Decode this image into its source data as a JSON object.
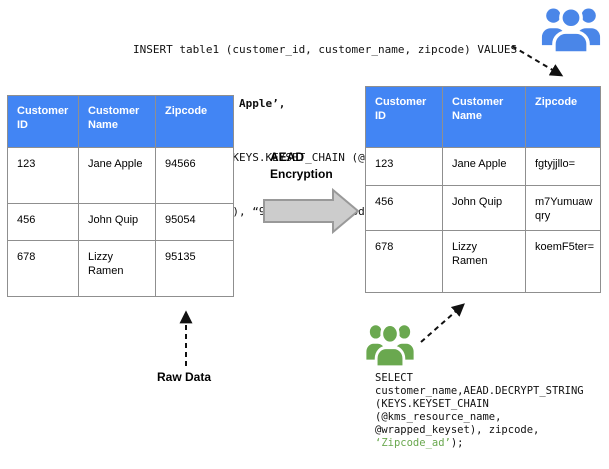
{
  "insert_code": {
    "line1": "INSERT table1 (customer_id, customer_name, zipcode) VALUES",
    "line2_pre": " ( ",
    "line2_bold": "‘123’, ‘Jane Apple’,",
    "line3": " AEAD.ENCRYPT (KEYS.KEYSET_CHAIN (@kms_resource_name,",
    "line4": "@wrapped_keyset), “94566”,  ‘zipcode_ad’) as zipcode));"
  },
  "select_code": {
    "black": "SELECT\ncustomer_name,AEAD.DECRYPT_STRING\n(KEYS.KEYSET_CHAIN\n(@kms_resource_name,\n@wrapped_keyset), zipcode,\n",
    "green": "‘Zipcode_ad’",
    "tail": ");"
  },
  "labels": {
    "aead": "AEAD\nEncryption",
    "raw_data": "Raw Data"
  },
  "plain_table": {
    "headers": [
      "Customer\nID",
      "Customer\nName",
      "Zipcode"
    ],
    "rows": [
      [
        "123",
        "Jane Apple",
        "94566"
      ],
      [
        "456",
        "John Quip",
        "95054"
      ],
      [
        "678",
        "Lizzy\nRamen",
        "95135"
      ]
    ]
  },
  "encrypted_table": {
    "headers": [
      "Customer\nID",
      "Customer\nName",
      "Zipcode"
    ],
    "rows": [
      [
        "123",
        "Jane Apple",
        "fgtyjjllo="
      ],
      [
        "456",
        "John Quip",
        "m7Yumuaw\nqry"
      ],
      [
        "678",
        "Lizzy\nRamen",
        "koemF5ter="
      ]
    ]
  },
  "icons": {
    "top_right": "users-group-blue",
    "bottom": "users-group-green"
  },
  "colors": {
    "table_header_blue": "#4285f4",
    "icon_blue": "#4a86e8",
    "icon_green": "#6aa84f",
    "code_green": "#6aa84f",
    "block_arrow_fill": "#cccccc",
    "block_arrow_stroke": "#999999"
  }
}
